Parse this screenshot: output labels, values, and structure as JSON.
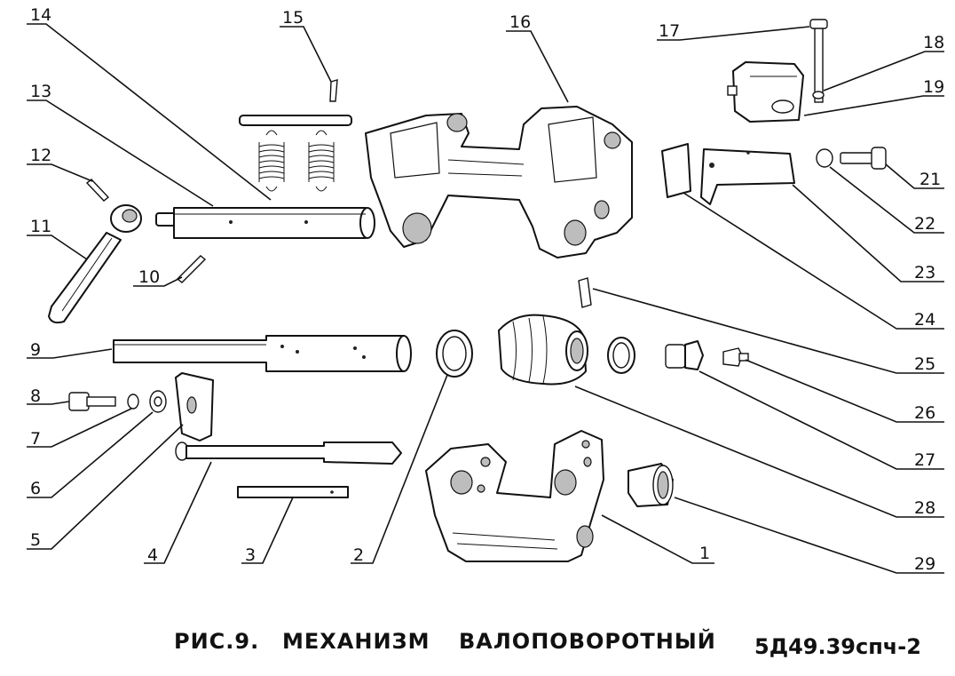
{
  "labels": {
    "l1": "1",
    "l2": "2",
    "l3": "3",
    "l4": "4",
    "l5": "5",
    "l6": "6",
    "l7": "7",
    "l8": "8",
    "l9": "9",
    "l10": "10",
    "l11": "11",
    "l12": "12",
    "l13": "13",
    "l14": "14",
    "l15": "15",
    "l16": "16",
    "l17": "17",
    "l18": "18",
    "l19": "19",
    "l21": "21",
    "l22": "22",
    "l23": "23",
    "l24": "24",
    "l25": "25",
    "l26": "26",
    "l27": "27",
    "l28": "28",
    "l29": "29"
  },
  "caption": {
    "figure": "РИС.9.",
    "title_part1": "МЕХАНИЗМ",
    "title_part2": "ВАЛОПОВОРОТНЫЙ",
    "code": "5Д49.39спч-2"
  }
}
